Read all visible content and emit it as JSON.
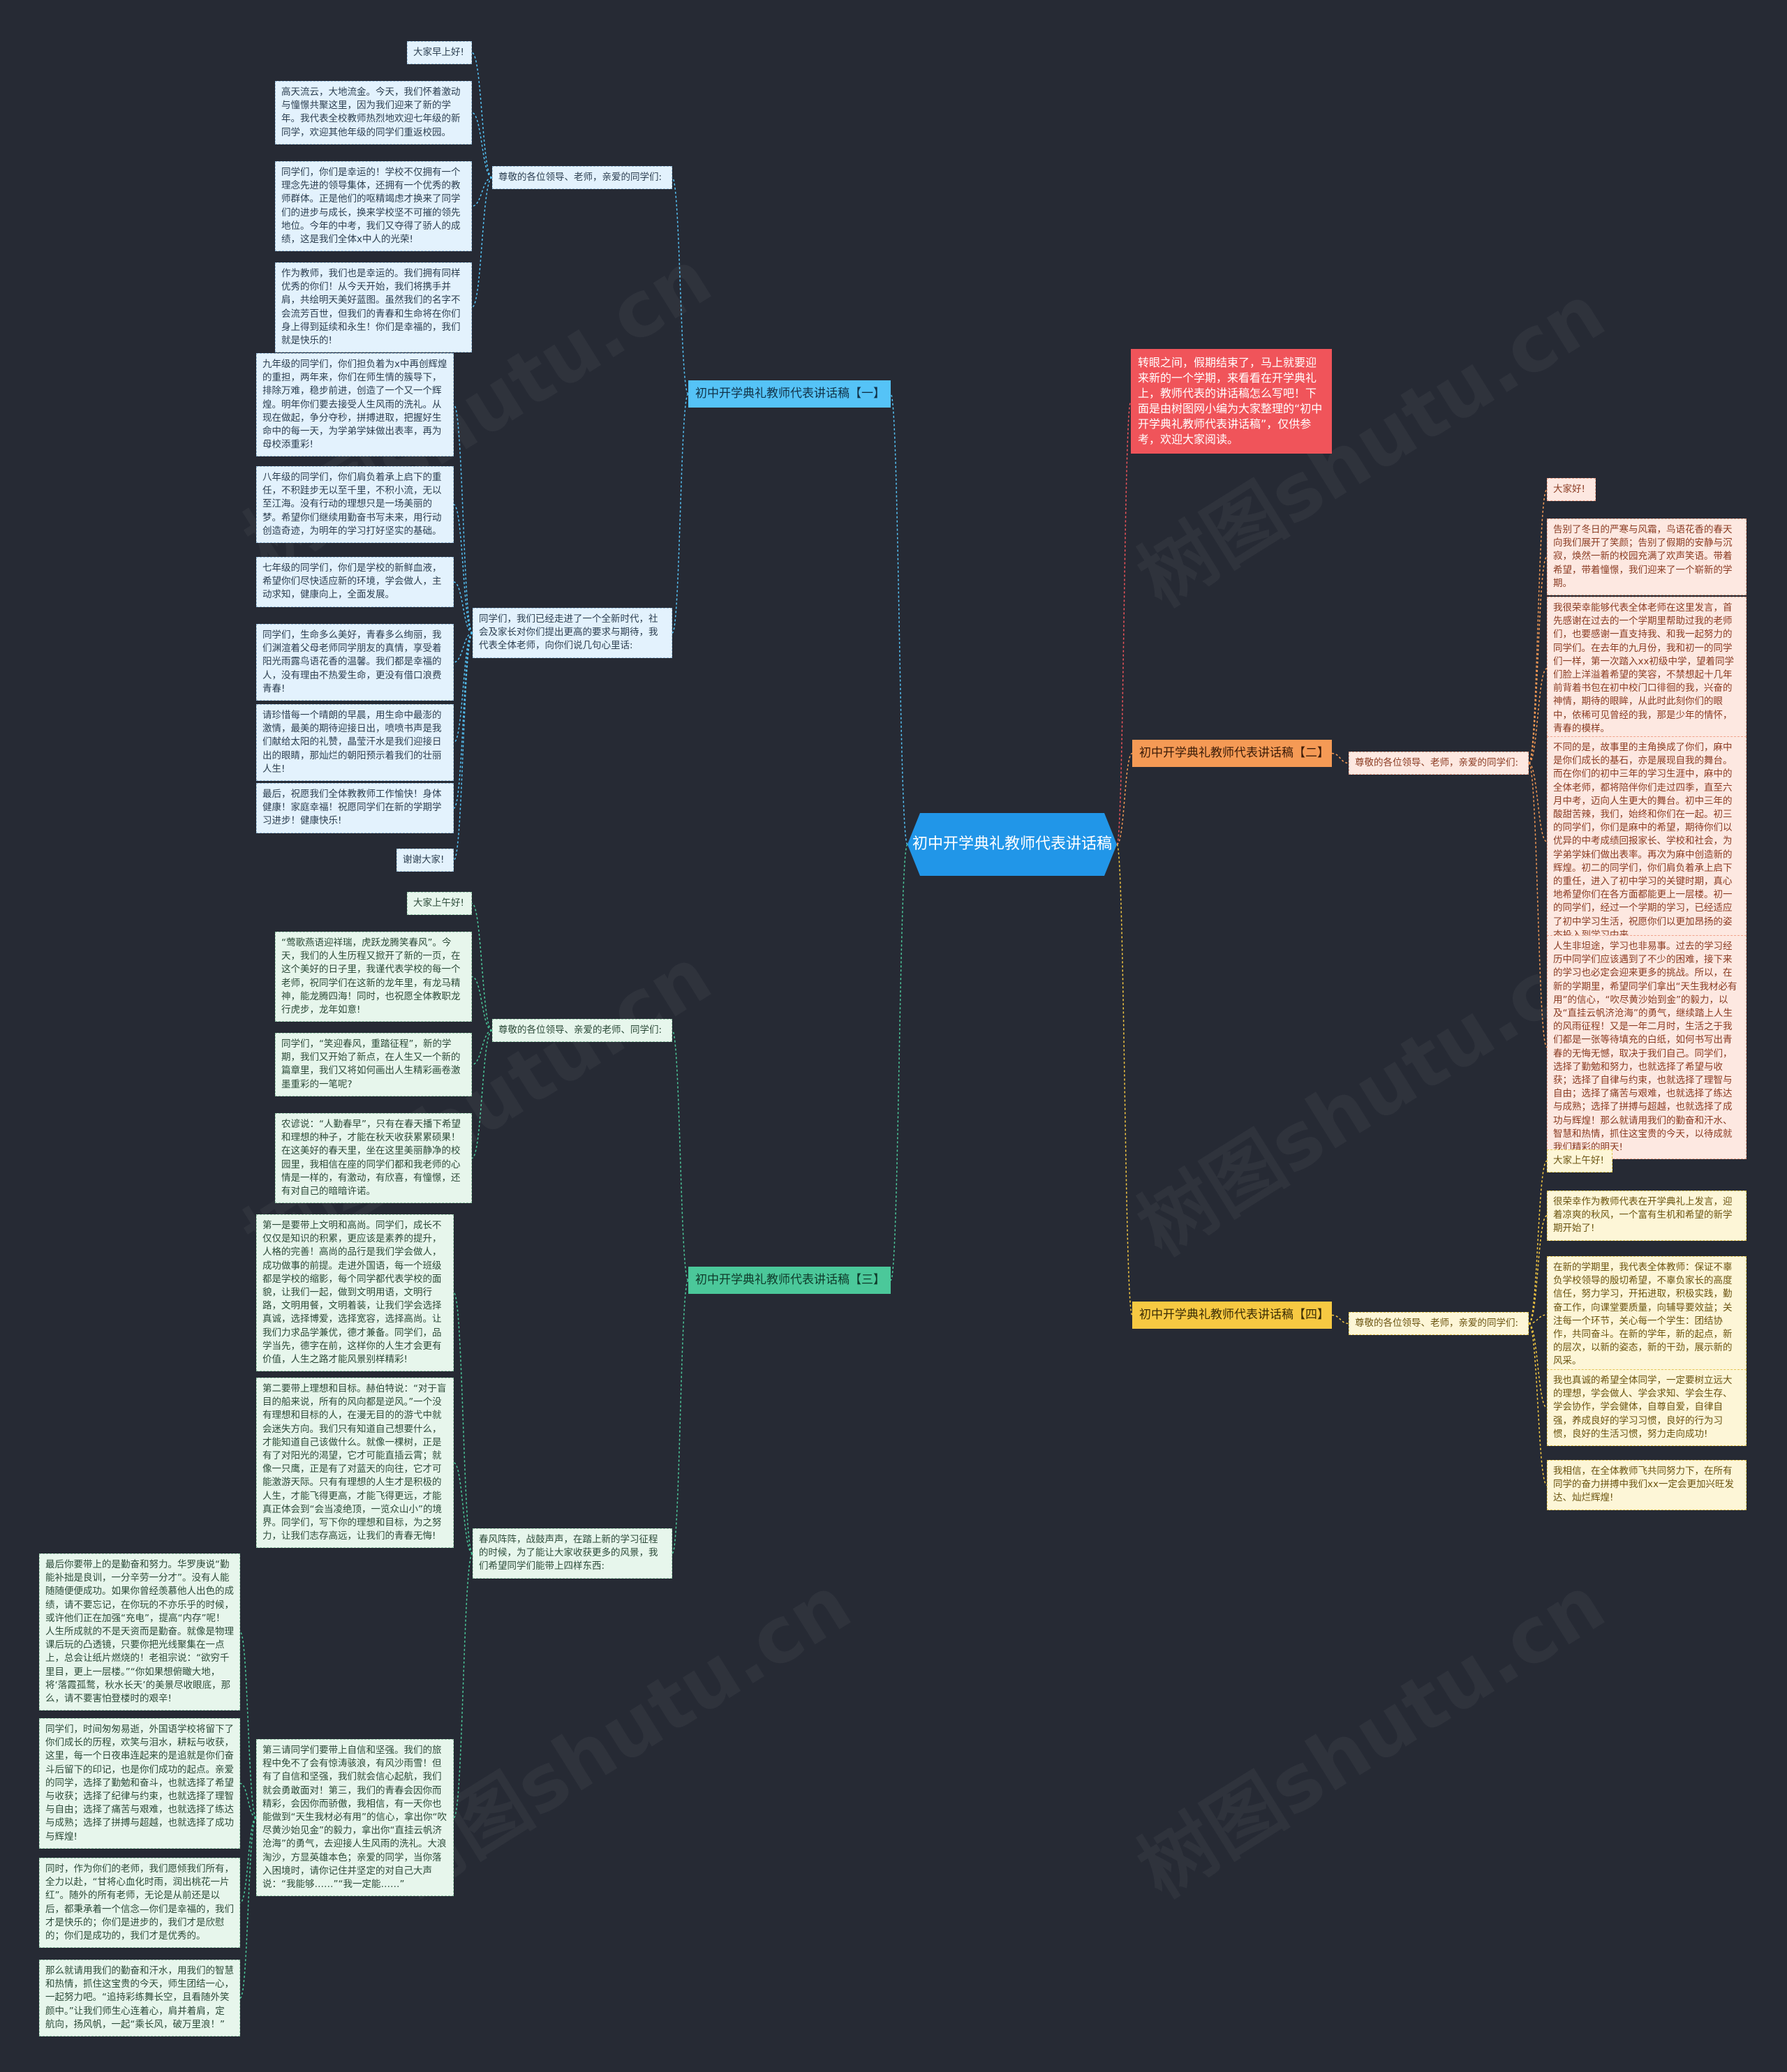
{
  "root": "初中开学典礼教师代表讲话稿",
  "watermark": "树图shutu.cn",
  "intro": "转眼之间，假期结束了，马上就要迎来新的一个学期，来看看在开学典礼上，教师代表的讲话稿怎么写吧！下面是由树图网小编为大家整理的“初中开学典礼教师代表讲话稿”，仅供参考，欢迎大家阅读。",
  "b1": {
    "title": "初中开学典礼教师代表讲话稿【一】",
    "g1": "尊敬的各位领导、老师，亲爱的同学们:",
    "g2": "同学们，我们已经走进了一个全新时代，社会及家长对你们提出更高的要求与期待，我代表全体老师，向你们说几句心里话:",
    "t1": "大家早上好!",
    "t2": "高天流云，大地流金。今天，我们怀着激动与憧憬共聚这里，因为我们迎来了新的学年。我代表全校教师热烈地欢迎七年级的新同学，欢迎其他年级的同学们重返校园。",
    "t3": "同学们，你们是幸运的！学校不仅拥有一个理念先进的领导集体，还拥有一个优秀的教师群体。正是他们的呕精竭虑才换来了同学们的进步与成长，换来学校坚不可摧的领先地位。今年的中考，我们又夺得了骄人的成绩，这是我们全体x中人的光荣!",
    "t4": "作为教师，我们也是幸运的。我们拥有同样优秀的你们！从今天开始，我们将携手并肩，共绘明天美好蓝图。虽然我们的名字不会流芳百世，但我们的青春和生命将在你们身上得到延续和永生！你们是幸福的，我们就是快乐的!",
    "t5": "九年级的同学们，你们担负着为x中再创辉煌的重担，两年来，你们在师生情的簇导下，排除万难，稳步前进，创造了一个又一个辉煌。明年你们要去接受人生风雨的洗礼。从现在做起，争分夺秒，拼搏进取，把握好生命中的每一天，为学弟学妹做出表率，再为母校添重彩!",
    "t6": "八年级的同学们，你们肩负着承上启下的重任，不积跬步无以至千里，不积小流，无以至江海。没有行动的理想只是一场美丽的梦。希望你们继续用勤奋书写未来，用行动创造奇迹，为明年的学习打好坚实的基础。",
    "t7": "七年级的同学们，你们是学校的新鲜血液，希望你们尽快适应新的环境，学会做人，主动求知，健康向上，全面发展。",
    "t8": "同学们，生命多么美好，青春多么绚丽，我们渊渲着父母老师同学朋友的真情，享受着阳光雨露鸟语花香的温馨。我们都是幸福的人，没有理由不热爱生命，更没有借口浪费青春!",
    "t9": "请珍惜每一个晴朗的早晨，用生命中最澎的激情，最美的期待迎接日出，喷喷书声是我们献给太阳的礼赞，晶莹汗水是我们迎接日出的眼睛，那灿烂的朝阳预示着我们的壮丽人生!",
    "t10": "最后，祝愿我们全体教教师工作愉快！身体健康！家庭幸福！祝愿同学们在新的学期学习进步！健康快乐!",
    "t11": "谢谢大家!"
  },
  "b2": {
    "title": "初中开学典礼教师代表讲话稿【二】",
    "g1": "尊敬的各位领导、老师，亲爱的同学们:",
    "t1": "大家好!",
    "t2": "告别了冬日的严寒与风霜，鸟语花香的春天向我们展开了笑颜；告别了假期的安静与沉寂，焕然一新的校园充满了欢声笑语。带着希望，带着憧憬，我们迎来了一个崭新的学期。",
    "t3": "我很荣幸能够代表全体老师在这里发言，首先感谢在过去的一个学期里帮助过我的老师们，也要感谢一直支持我、和我一起努力的同学们。在去年的九月份，我和初一的同学们一样，第一次踏入xx初级中学，望着同学们脸上洋溢着希望的笑容，不禁想起十几年前背着书包在初中校门口徘徊的我，兴奋的神情，期待的眼眸，从此时此刻你们的眼中，依稀可见曾经的我，那是少年的情怀，青春的模样。",
    "t4": "不同的是，故事里的主角换成了你们，麻中是你们成长的基石，亦是展现自我的舞台。而在你们的初中三年的学习生涯中，麻中的全体老师，都将陪伴你们走过四季，直至六月中考，迈向人生更大的舞台。初中三年的酸甜苦辣，我们，始终和你们在一起。初三的同学们，你们是麻中的希望，期待你们以优异的中考成绩回报家长、学校和社会，为学弟学妹们做出表率。再次为麻中创造新的辉煌。初二的同学们，你们肩负着承上启下的重任，进入了初中学习的关键时期，真心地希望你们在各方面都能更上一层楼。初一的同学们，经过一个学期的学习，已经适应了初中学习生活，祝愿你们以更加昂扬的姿态投入到学习中来。",
    "t5": "人生非坦途，学习也非易事。过去的学习经历中同学们应该遇到了不少的困难，接下来的学习也必定会迎来更多的挑战。所以，在新的学期里，希望同学们拿出“天生我材必有用”的信心，“吹尽黄沙始到金”的毅力，以及“直挂云帆济沧海”的勇气，继续踏上人生的风雨征程！又是一年二月时，生活之于我们都是一张等待填充的白纸，如何书写出青春的无悔无憾，取决于我们自己。同学们，选择了勤勉和努力，也就选择了希望与收获；选择了自律与约束，也就选择了理智与自由；选择了痛苦与艰难，也就选择了练达与成熟；选择了拼搏与超越，也就选择了成功与辉煌！那么就请用我们的勤奋和汗水、智慧和热情，抓住这宝贵的今天，以待成就我们精彩的明天!"
  },
  "b3": {
    "title": "初中开学典礼教师代表讲话稿【三】",
    "g1": "尊敬的各位领导、亲爱的老师、同学们:",
    "g2": "春风阵阵，战鼓声声，在踏上新的学习征程的时候，为了能让大家收获更多的风景，我们希望同学们能带上四样东西:",
    "t1": "大家上午好!",
    "t2": "“莺歌燕语迎祥瑞，虎跃龙腾笑春风”。今天，我们的人生历程又掀开了新的一页，在这个美好的日子里，我谨代表学校的每一个老师，祝同学们在这新的龙年里，有龙马精神，能龙腾四海！同时，也祝愿全体教职龙行虎步，龙年如意!",
    "t3": "同学们，“笑迎春风，重踏征程”，新的学期，我们又开始了新点，在人生又一个新的篇章里，我们又将如何画出人生精彩画卷激墨重彩的一笔呢?",
    "t4": "农谚说：“人勤春早”，只有在春天播下希望和理想的种子，才能在秋天收获累累硕果！在这美好的春天里，坐在这里美丽静净的校园里，我相信在座的同学们都和我老师的心情是一样的，有激动，有欣喜，有憧憬，还有对自己的暗暗许诺。",
    "t5": "第一是要带上文明和高尚。同学们，成长不仅仅是知识的积累，更应该是素养的提升，人格的完善！高尚的品行是我们学会做人，成功做事的前提。走进外国语，每一个班级都是学校的缩影，每个同学都代表学校的面貌，让我们一起，做到文明用语，文明行路，文明用餐，文明着装，让我们学会选择真诚，选择博爱，选择宽容，选择高尚。让我们力求品学兼优，德才兼备。同学们，品学当先，德字在前，这样你的人生才会更有价值，人生之路才能风景别样精彩!",
    "t6": "第二要带上理想和目标。赫伯特说：“对于盲目的船来说，所有的风向都是逆风。”一个没有理想和目标的人，在漫无目的的游弋中就会迷失方向。我们只有知道自己想要什么，才能知道自己该做什么。就像一棵树，正是有了对阳光的渴望，它才可能直插云霄；就像一只鹰，正是有了对蓝天的向往，它才可能激游天际。只有有理想的人生才是积极的人生，才能飞得更高，才能飞得更远，才能真正体会到“会当凌绝顶，一览众山小”的境界。同学们，写下你的理想和目标，为之努力，让我们志存高远，让我们的青春无悔!",
    "t7": "第三请同学们要带上自信和坚强。我们的旅程中免不了会有惊涛骇浪，有风沙雨雪！但有了自信和坚强，我们就会信心起航，我们就会勇敢面对！第三，我们的青春会因你而精彩，会因你而骄傲，我相信，有一天你也能做到“天生我材必有用”的信心，拿出你“吹尽黄沙始见金”的毅力，拿出你“直挂云帆济沧海”的勇气，去迎接人生风雨的洗礼。大浪淘沙，方显英雄本色；亲爱的同学，当你落入困境时，请你记住并坚定的对自己大声说：“我能够……”“我一定能……”",
    "t8": "最后你要带上的是勤奋和努力。华罗庚说“勤能补拙是良训，一分辛劳一分才”。没有人能随随便便成功。如果你曾经羡慕他人出色的成绩，请不要忘记，在你玩的不亦乐乎的时候，或许他们正在加强“充电”，提高“内存”呢！人生所成就的不是天资而是勤奋。就像是物理课后玩的凸透镜，只要你把光线聚集在一点上，总会让纸片燃烧的！老祖宗说：“欲穷千里目，更上一层楼。”“你如果想俯瞰大地，将‘落霞孤鹜，秋水长天’的美景尽收眼底，那么，请不要害怕登楼时的艰辛!",
    "t9": "同学们，时间匆匆易逝，外国语学校将留下了你们成长的历程，欢笑与泪水，耕耘与收获，这里，每一个日夜串连起来的是追就是你们奋斗后留下的印记，也是你们成功的起点。亲爱的同学，选择了勤勉和奋斗，也就选择了希望与收获；选择了纪律与约束，也就选择了理智与自由；选择了痛苦与艰难，也就选择了练达与成熟；选择了拼搏与超越，也就选择了成功与辉煌!",
    "t10": "同时，作为你们的老师，我们愿倾我们所有，全力以赴，“甘将心血化时雨，润出桃花一片红”。随外的所有老师，无论是从前还是以后，都秉承着一个信念—你们是幸福的，我们才是快乐的；你们是进步的，我们才是欣慰的；你们是成功的，我们才是优秀的。",
    "t11": "那么就请用我们的勤奋和汗水，用我们的智慧和热情，抓住这宝贵的今天，师生团结一心，一起努力吧。“追持彩练舞长空，且看随外笑颜中。”让我们师生心连着心，肩并着肩，定航向，扬风帆，一起“乘长风，破万里浪！”"
  },
  "b4": {
    "title": "初中开学典礼教师代表讲话稿【四】",
    "g1": "尊敬的各位领导、老师，亲爱的同学们:",
    "t1": "大家上午好!",
    "t2": "很荣幸作为教师代表在开学典礼上发言，迎着凉爽的秋风，一个富有生机和希望的新学期开始了!",
    "t3": "在新的学期里，我代表全体教师：保证不辜负学校领导的殷切希望，不辜负家长的高度信任，努力学习，开拓进取，积极实践，勤奋工作，向课堂要质量，向辅导要效益；关注每一个环节，关心每一个学生：团结协作，共同奋斗。在新的学年，新的起点，新的层次，以新的姿态，新的干劲，展示新的风采。",
    "t4": "我也真诚的希望全体同学，一定要树立远大的理想，学会做人、学会求知、学会生存、学会协作，学会健体，自尊自爱，自律自强，养成良好的学习习惯，良好的行为习惯，良好的生活习惯，努力走向成功!",
    "t5": "我相信，在全体教师飞共同努力下，在所有同学的奋力拼搏中我们xx一定会更加兴旺发达、灿烂辉煌!"
  }
}
